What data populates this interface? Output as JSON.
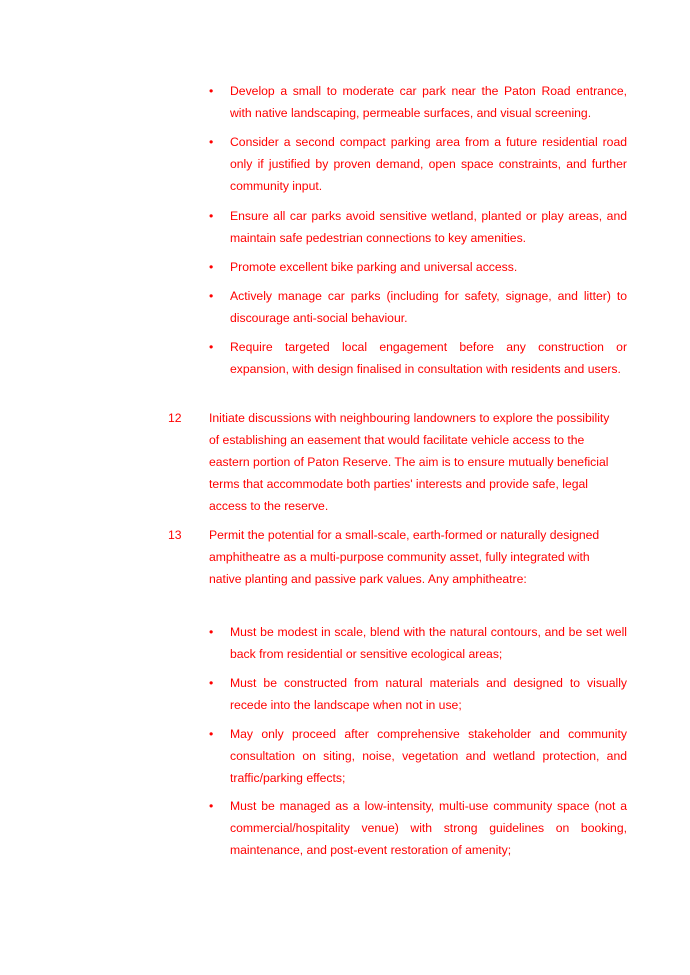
{
  "bullet_symbol": "•",
  "parking_bullets": [
    "Develop a small to moderate car park near the Paton Road entrance, with native landscaping, permeable surfaces, and visual screening.",
    "Consider a second compact parking area from a future residential road only if justified by proven demand, open space constraints, and further community input.",
    "Ensure all car parks avoid sensitive wetland, planted or play areas, and maintain safe pedestrian connections to key amenities.",
    "Promote excellent bike parking and universal access.",
    "Actively manage car parks (including for safety, signage, and litter) to discourage anti-social behaviour.",
    "Require targeted local engagement before any construction or expansion, with design finalised in consultation with residents and users."
  ],
  "items": [
    {
      "number": "12",
      "text": "Initiate discussions with neighbouring landowners to explore the possibility of establishing an easement that would facilitate vehicle access to the eastern portion of Paton Reserve. The aim is to ensure mutually beneficial terms that accommodate both parties' interests and provide safe, legal access to the reserve."
    },
    {
      "number": "13",
      "text": "Permit the potential for a small-scale, earth-formed or naturally designed amphitheatre as a multi-purpose community asset, fully integrated with native planting and passive park values. Any amphitheatre:"
    }
  ],
  "amphitheatre_bullets": [
    "Must be modest in scale, blend with the natural contours, and be set well back from residential or sensitive ecological areas;",
    "Must be constructed from natural materials and designed to visually recede into the landscape when not in use;",
    "May only proceed after comprehensive stakeholder and community consultation on siting, noise, vegetation and wetland protection, and traffic/parking effects;",
    "Must be managed as a low-intensity, multi-use community space (not a commercial/hospitality venue) with strong guidelines on booking, maintenance, and post-event restoration of amenity;"
  ]
}
